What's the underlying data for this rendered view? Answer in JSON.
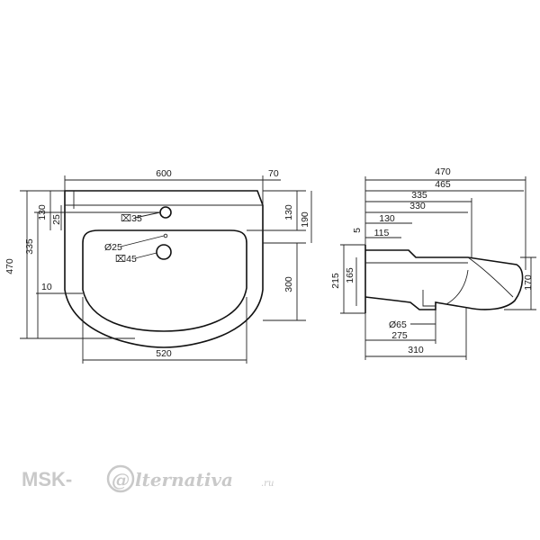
{
  "front_view": {
    "overall_width": "600",
    "deck_depth": "70",
    "depth_130": "130",
    "rim_25": "25",
    "height_335": "335",
    "height_470": "470",
    "wall_10": "10",
    "tap_hole": "⌧35",
    "drain_hole": "Ø25",
    "overflow_hole": "⌧45",
    "side_130": "130",
    "side_190": "190",
    "bowl_300": "300",
    "bowl_width": "520"
  },
  "side_view": {
    "depth_470": "470",
    "depth_465": "465",
    "depth_335": "335",
    "depth_330": "330",
    "depth_130": "130",
    "depth_115": "115",
    "rim_5": "5",
    "height_215": "215",
    "height_165": "165",
    "height_170": "170",
    "drain_dia": "Ø65",
    "depth_275": "275",
    "depth_310": "310"
  },
  "watermark": {
    "brand": "MSK-",
    "script": "lternativa",
    "tld": ".ru",
    "logo_glyph": "@"
  }
}
